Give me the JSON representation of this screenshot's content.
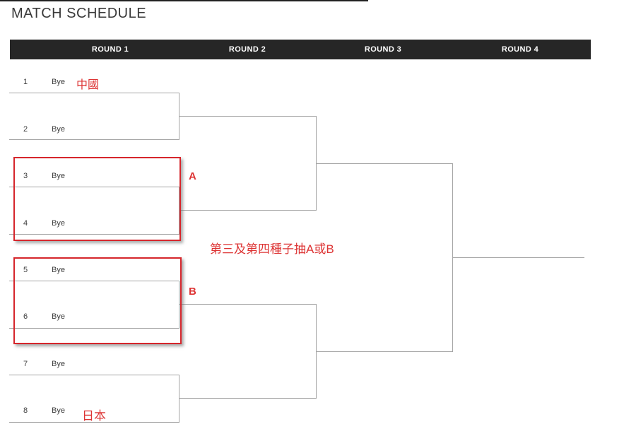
{
  "page": {
    "title": "MATCH SCHEDULE"
  },
  "header": {
    "rounds": [
      "ROUND 1",
      "ROUND 2",
      "ROUND 3",
      "ROUND 4"
    ],
    "bg_color": "#262626",
    "text_color": "#ffffff"
  },
  "bracket": {
    "line_color": "#a5a5a5",
    "seeds": [
      {
        "num": "1",
        "result": "Bye"
      },
      {
        "num": "2",
        "result": "Bye"
      },
      {
        "num": "3",
        "result": "Bye"
      },
      {
        "num": "4",
        "result": "Bye"
      },
      {
        "num": "5",
        "result": "Bye"
      },
      {
        "num": "6",
        "result": "Bye"
      },
      {
        "num": "7",
        "result": "Bye"
      },
      {
        "num": "8",
        "result": "Bye"
      }
    ]
  },
  "annotations": {
    "accent_red": "#d6262c",
    "seed1_note": "中國",
    "seed8_note": "日本",
    "draw_note": "第三及第四種子抽A或B",
    "group_a_label": "A",
    "group_b_label": "B"
  }
}
